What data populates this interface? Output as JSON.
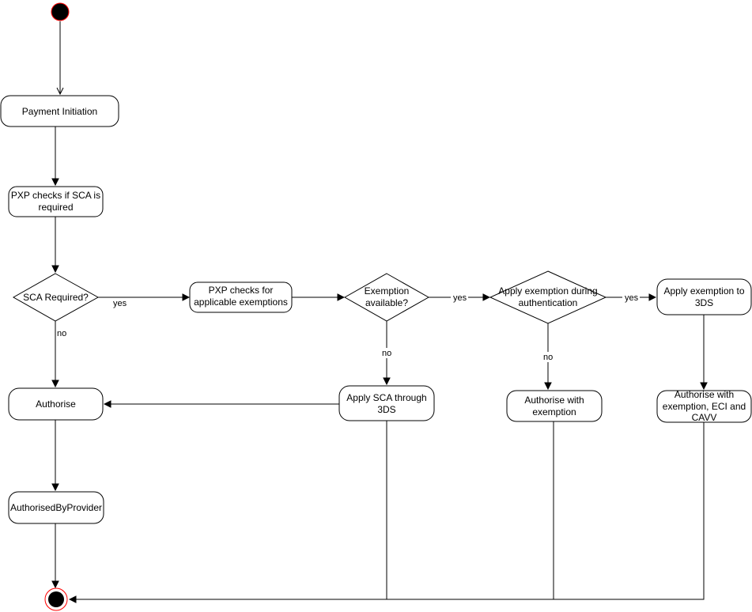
{
  "nodes": {
    "payment_initiation": "Payment Initiation",
    "pxp_checks_sca": [
      "PXP checks if SCA is",
      "required"
    ],
    "sca_required": "SCA Required?",
    "pxp_checks_exemptions": [
      "PXP checks for",
      "applicable exemptions"
    ],
    "exemption_available": [
      "Exemption",
      "available?"
    ],
    "apply_exemption_during_auth": [
      "Apply exemption during",
      "authentication"
    ],
    "apply_exemption_to_3ds": [
      "Apply exemption to",
      "3DS"
    ],
    "authorise": "Authorise",
    "apply_sca_3ds": [
      "Apply SCA through",
      "3DS"
    ],
    "authorise_with_exemption": [
      "Authorise with",
      "exemption"
    ],
    "authorise_with_exemption_eci_cavv": [
      "Authorise with",
      "exemption, ECI and",
      "CAVV"
    ],
    "authorised_by_provider": "AuthorisedByProvider"
  },
  "edge_labels": {
    "sca_yes": "yes",
    "sca_no": "no",
    "exemption_yes": "yes",
    "exemption_no": "no",
    "during_auth_yes": "yes",
    "during_auth_no": "no"
  },
  "colors": {
    "stroke": "#000000",
    "fill": "#ffffff",
    "start_fill": "#000000",
    "start_stroke": "#ff0000",
    "end_ring": "#ff0000"
  }
}
